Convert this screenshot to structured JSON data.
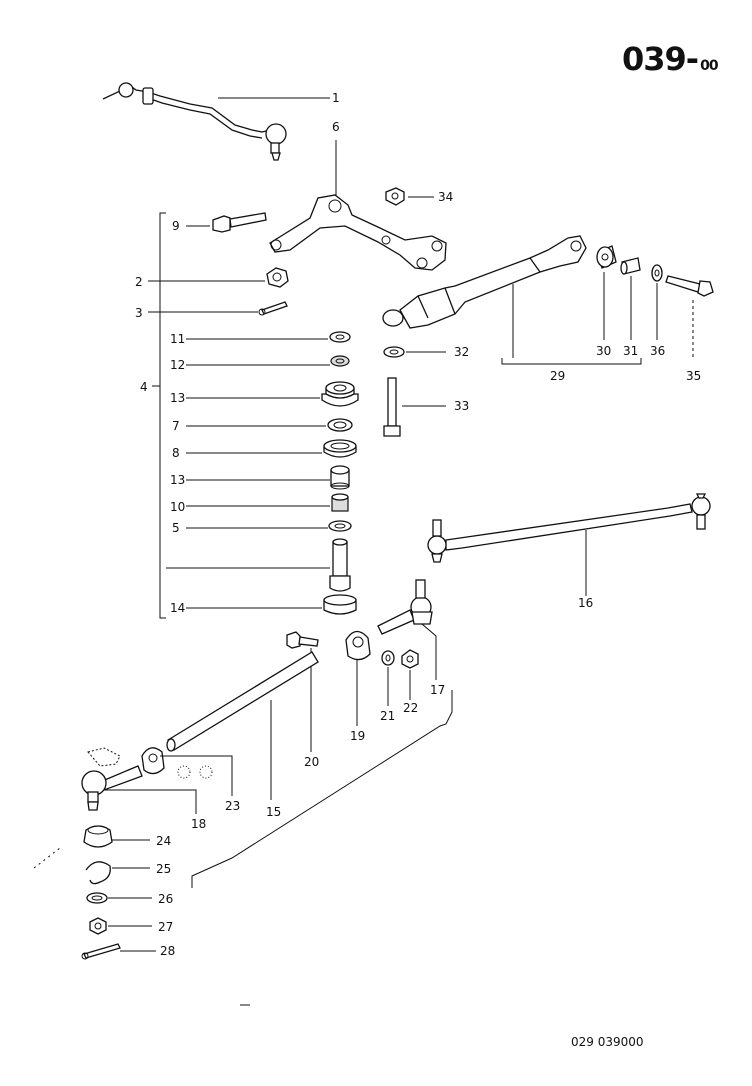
{
  "header": {
    "group_number": "039",
    "dash": "-",
    "suffix": "00"
  },
  "footer": {
    "code": "029  039000"
  },
  "callouts": {
    "c1": "1",
    "c2": "2",
    "c3": "3",
    "c4": "4",
    "c5": "5",
    "c6": "6",
    "c7": "7",
    "c8": "8",
    "c9": "9",
    "c10": "10",
    "c11": "11",
    "c12": "12",
    "c13a": "13",
    "c13b": "13",
    "c14": "14",
    "c15": "15",
    "c16": "16",
    "c17": "17",
    "c18": "18",
    "c19": "19",
    "c20": "20",
    "c21": "21",
    "c22": "22",
    "c23": "23",
    "c24": "24",
    "c25": "25",
    "c26": "26",
    "c27": "27",
    "c28": "28",
    "c29": "29",
    "c30": "30",
    "c31": "31",
    "c32": "32",
    "c33": "33",
    "c34": "34",
    "c35": "35",
    "c36": "36"
  }
}
